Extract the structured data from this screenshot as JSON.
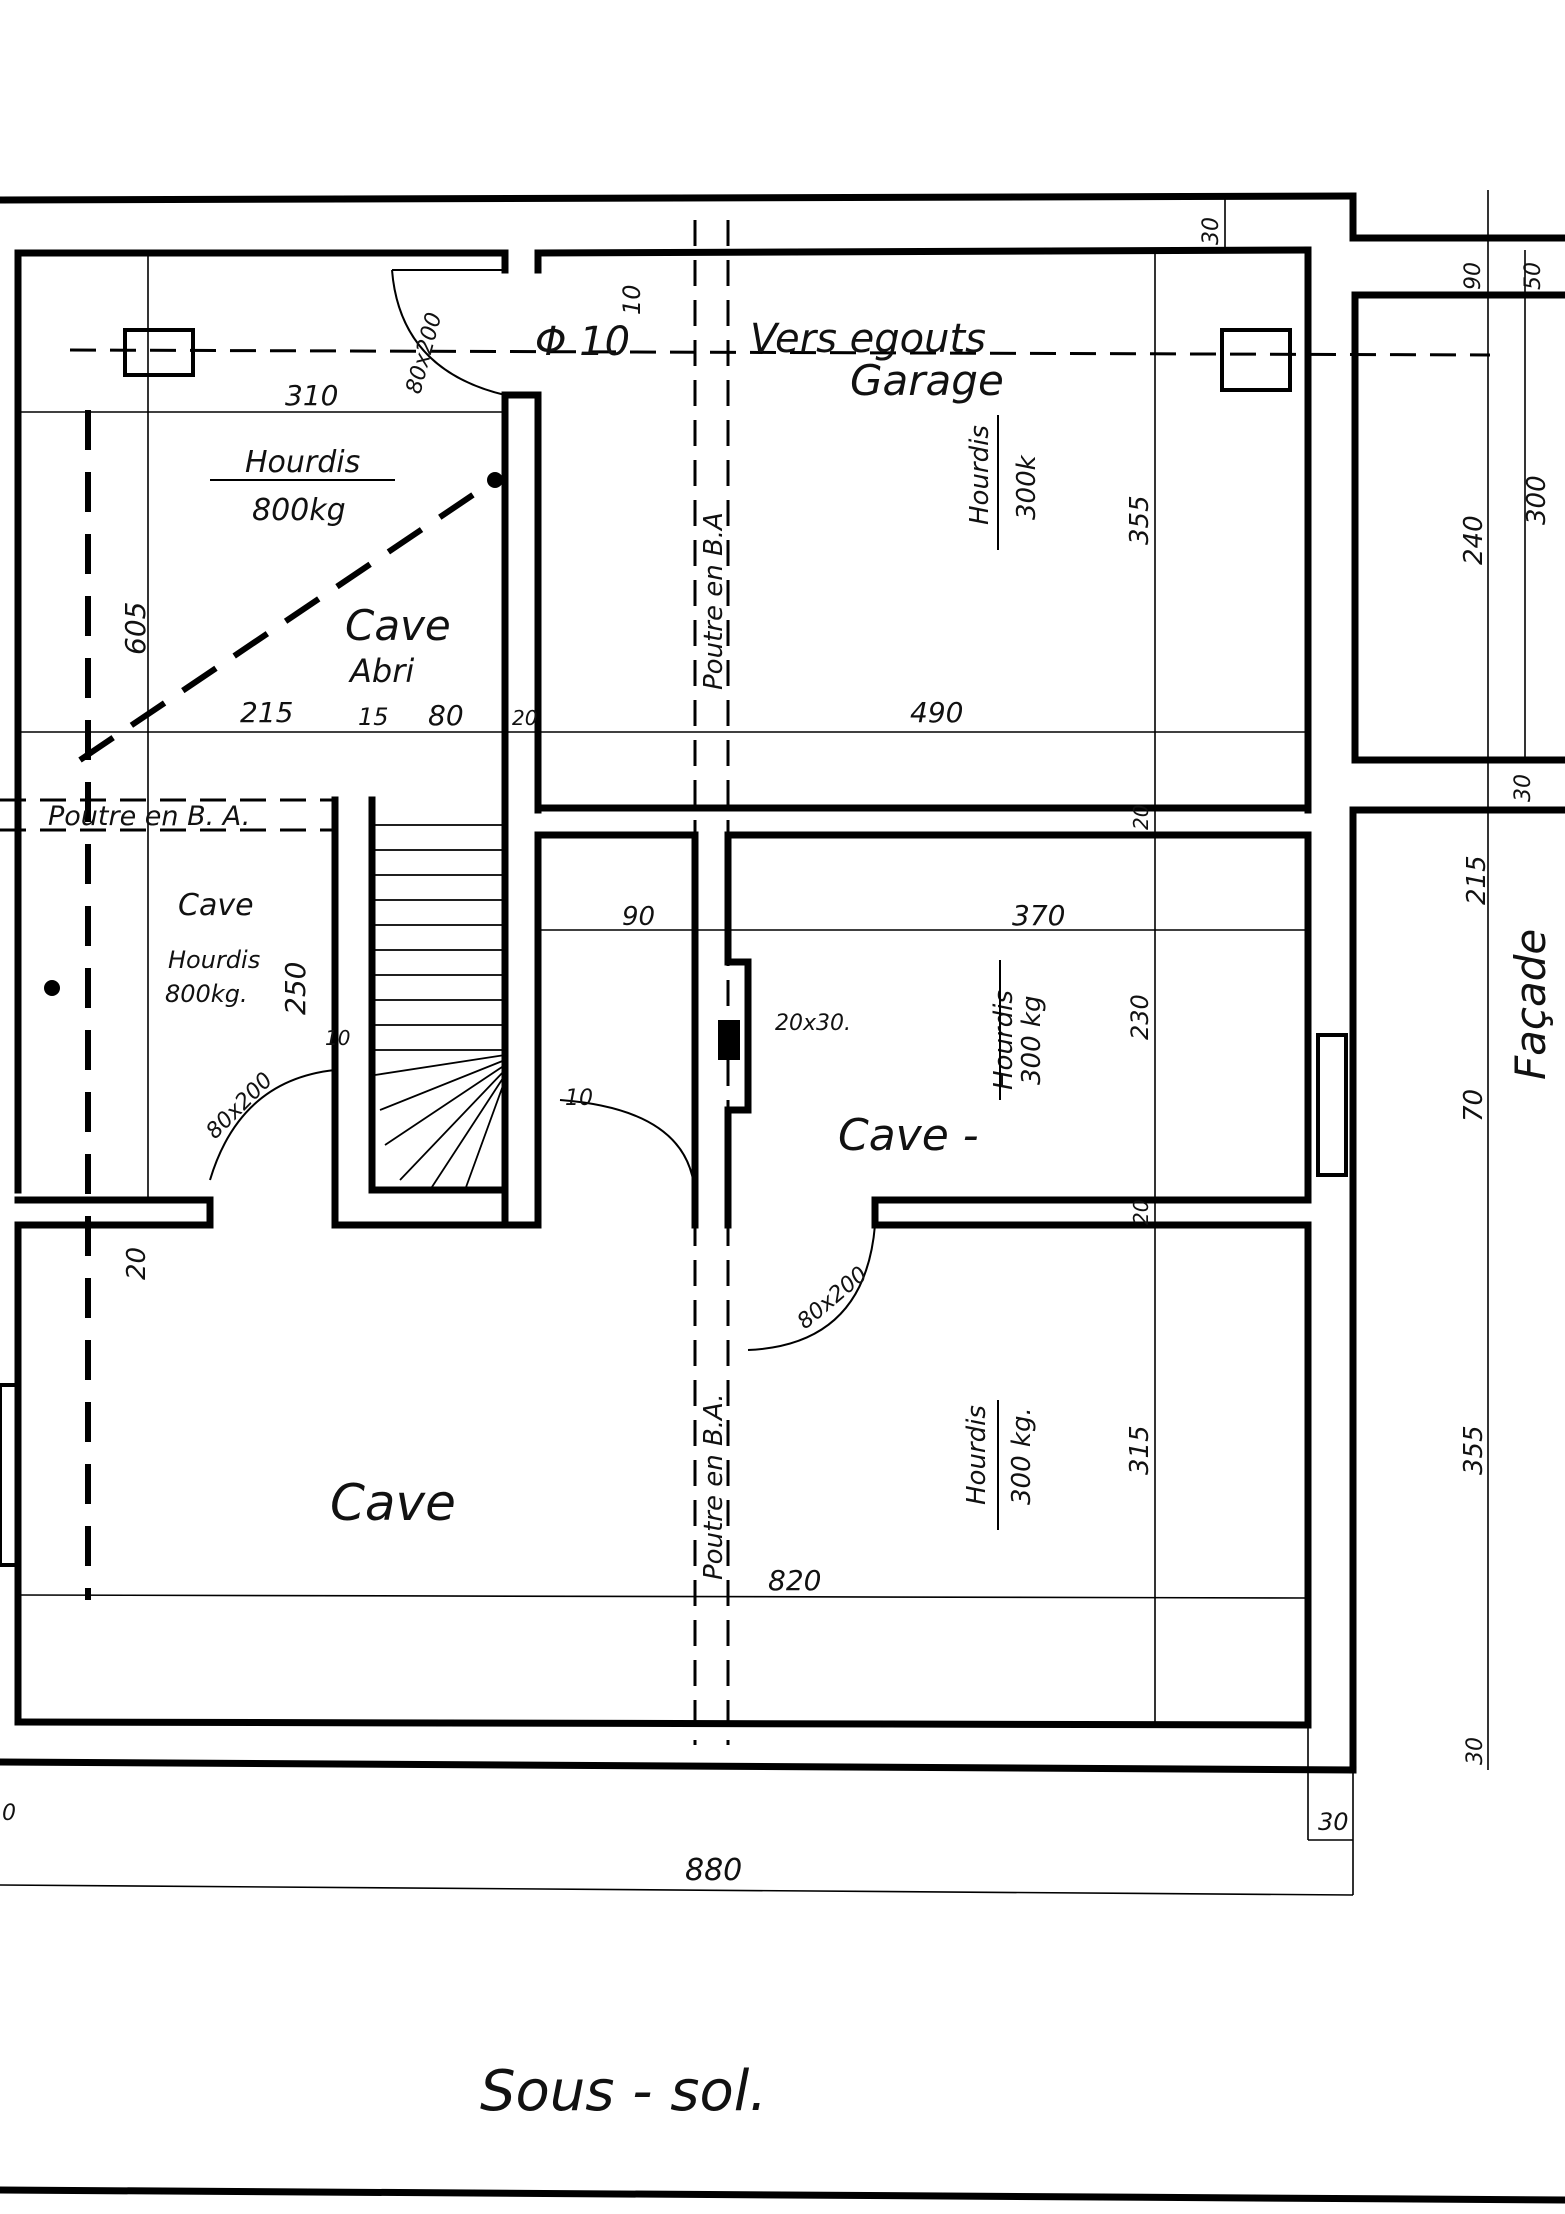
{
  "plan": {
    "title": "Sous - sol.",
    "rooms": {
      "cave_abri": "Cave",
      "cave_abri_sub": "Abri",
      "garage": "Garage",
      "cave_left": "Cave",
      "cave_middle": "Cave -",
      "cave_bottom": "Cave"
    },
    "notes": {
      "vers_egouts": "Vers egouts",
      "phi": "Φ 10",
      "facade": "Façade",
      "poutre_horizontal": "Poutre en B. A.",
      "poutre_vertical_top": "Poutre en B.A",
      "poutre_vertical_bottom": "Poutre en B.A.",
      "hourdis": "Hourdis",
      "load_800_a": "800kg",
      "load_300_a": "300k",
      "load_800_b": "800kg.",
      "load_300_b": "300 kg",
      "load_300_c": "300 kg.",
      "door_top": "80x200",
      "door_left": "80x200",
      "door_right": "80x200",
      "opening_20x30": "20x30."
    },
    "dims": {
      "d30_top": "30",
      "d90": "90",
      "d50": "50",
      "d10_top": "10",
      "d310": "310",
      "d605": "605",
      "d215": "215",
      "d15": "15",
      "d80": "80",
      "d20_a": "20",
      "d490": "490",
      "d355_top": "355",
      "d240": "240",
      "d300": "300",
      "d30_mid": "30",
      "d20_b": "20",
      "d215_right": "215",
      "d90_mid": "90",
      "d370": "370",
      "d250": "250",
      "d10_left": "10",
      "d10_mid": "10",
      "d230": "230",
      "d70": "70",
      "d20_c": "20",
      "d20_left": "20",
      "d315": "315",
      "d355_bottom": "355",
      "d820": "820",
      "d30_bottom": "30",
      "d30_corner": "30",
      "d880": "880",
      "d0": "0"
    }
  }
}
